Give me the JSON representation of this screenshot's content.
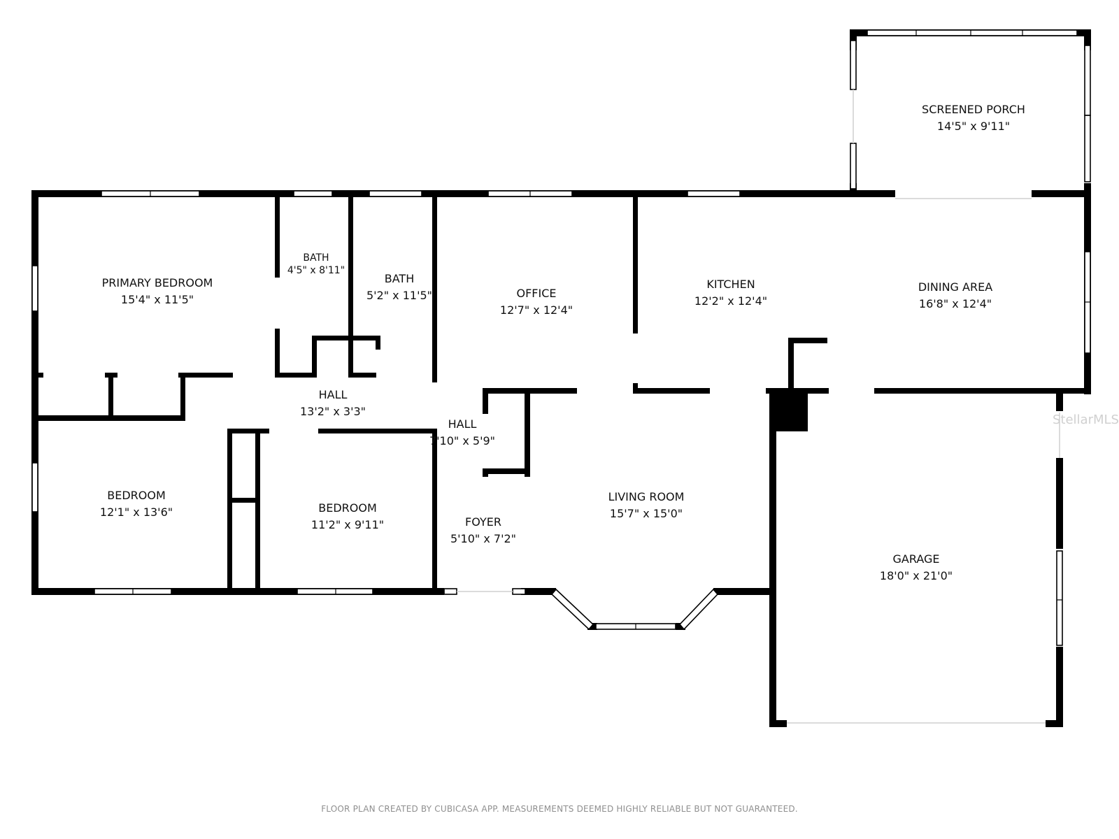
{
  "rooms": {
    "primary_bedroom": {
      "name": "PRIMARY BEDROOM",
      "size": "15'4\" x 11'5\""
    },
    "bath1": {
      "name": "BATH",
      "size": "4'5\" x 8'11\""
    },
    "bath2": {
      "name": "BATH",
      "size": "5'2\" x 11'5\""
    },
    "office": {
      "name": "OFFICE",
      "size": "12'7\" x 12'4\""
    },
    "kitchen": {
      "name": "KITCHEN",
      "size": "12'2\" x 12'4\""
    },
    "dining": {
      "name": "DINING AREA",
      "size": "16'8\" x 12'4\""
    },
    "porch": {
      "name": "SCREENED PORCH",
      "size": "14'5\" x 9'11\""
    },
    "hall1": {
      "name": "HALL",
      "size": "13'2\" x 3'3\""
    },
    "hall2": {
      "name": "HALL",
      "size": "7'10\" x 5'9\""
    },
    "bedroom1": {
      "name": "BEDROOM",
      "size": "12'1\" x 13'6\""
    },
    "bedroom2": {
      "name": "BEDROOM",
      "size": "11'2\" x 9'11\""
    },
    "foyer": {
      "name": "FOYER",
      "size": "5'10\" x 7'2\""
    },
    "living": {
      "name": "LIVING ROOM",
      "size": "15'7\" x 15'0\""
    },
    "garage": {
      "name": "GARAGE",
      "size": "18'0\" x 21'0\""
    }
  },
  "footer": "FLOOR PLAN CREATED BY CUBICASA APP. MEASUREMENTS DEEMED HIGHLY RELIABLE BUT NOT GUARANTEED.",
  "watermark": "StellarMLS",
  "colors": {
    "wall": "#000000",
    "background": "#ffffff",
    "footer_text": "#8f8f8f"
  }
}
